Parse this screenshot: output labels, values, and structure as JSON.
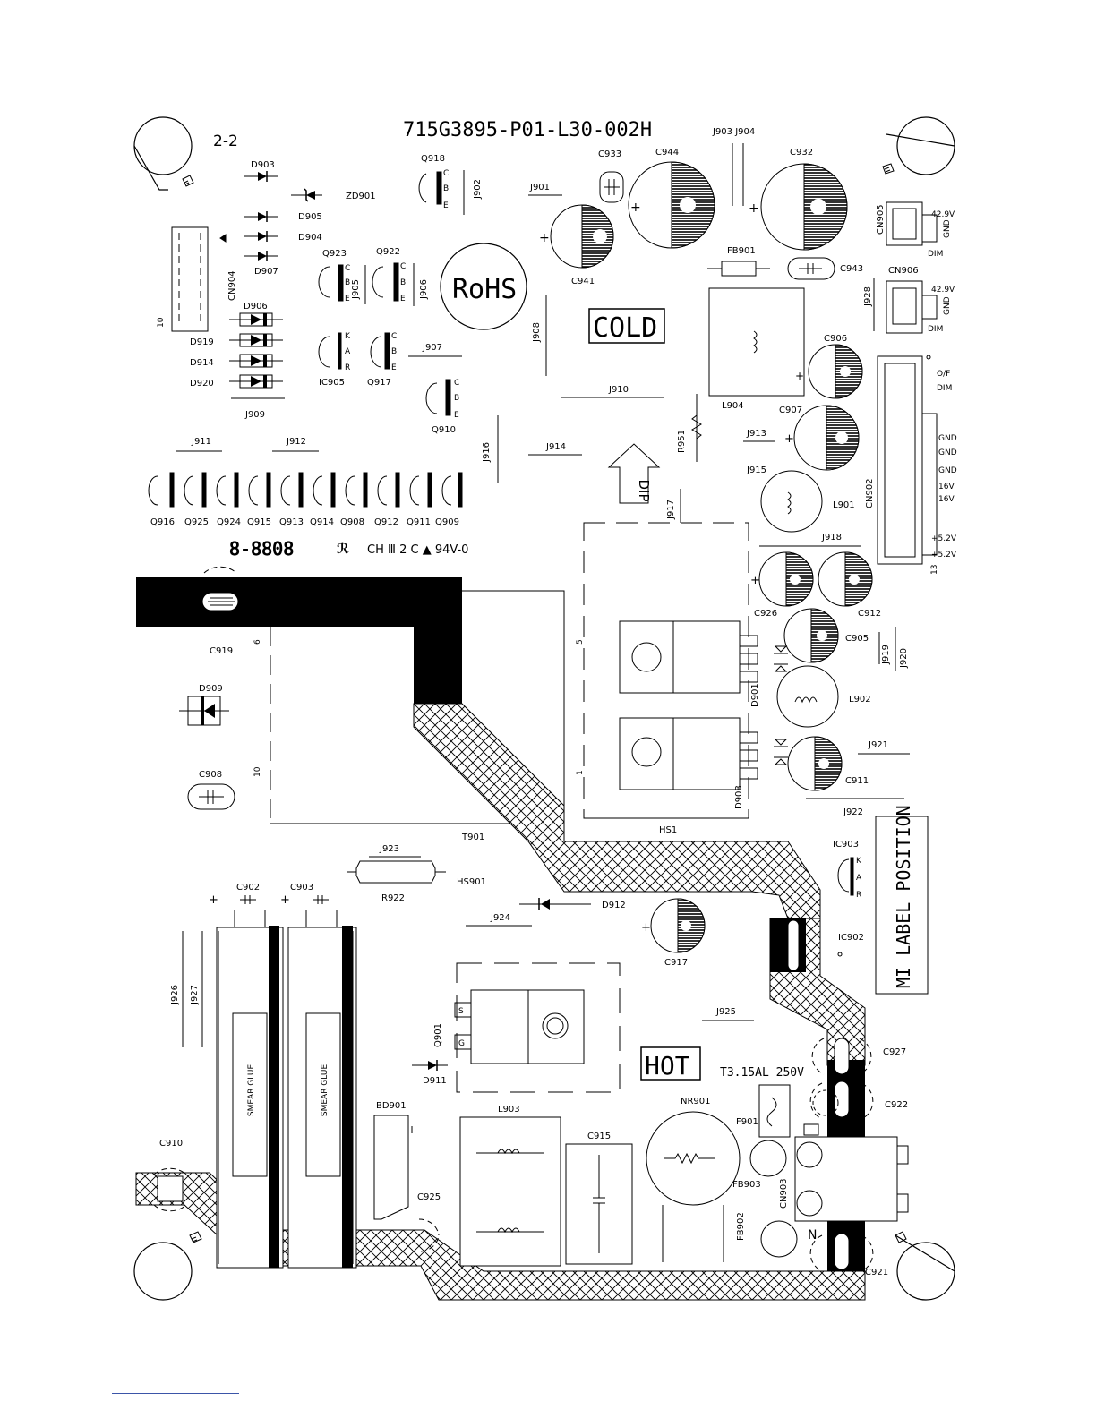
{
  "board": {
    "part_number": "715G3895-P01-L30-002H",
    "sheet": "2-2",
    "rohs_mark": "RoHS",
    "cold_mark": "COLD",
    "hot_mark": "HOT",
    "dip_mark": "DIP",
    "label_position": "MI LABEL POSITION",
    "ul_mark": "CH Ⅲ 2 C ▲ 94V-0",
    "date_code": "8-8808",
    "fuse_rating": "T3.15AL 250V",
    "smear_glue": "SMEAR GLUE"
  },
  "connectors": {
    "cn905": [
      "42.9V",
      "GND",
      "DIM"
    ],
    "cn906": [
      "42.9V",
      "GND",
      "DIM"
    ],
    "cn902": [
      "O/F",
      "DIM",
      "GND",
      "GND",
      "GND",
      "16V",
      "16V",
      "+5.2V",
      "+5.2V"
    ],
    "cn902_pin13": "13",
    "cn904_pin10": "10",
    "t901_pins": [
      "5",
      "1",
      "6",
      "10"
    ]
  },
  "pins": {
    "cbe": [
      "C",
      "B",
      "E"
    ],
    "kar": [
      "K",
      "A",
      "R"
    ],
    "s": "S",
    "g": "G"
  },
  "refs": {
    "D903": "D903",
    "ZD901": "ZD901",
    "D905": "D905",
    "D904": "D904",
    "D907": "D907",
    "CN904": "CN904",
    "D906": "D906",
    "D919": "D919",
    "D914": "D914",
    "D920": "D920",
    "J909": "J909",
    "Q918": "Q918",
    "J902": "J902",
    "Q923": "Q923",
    "Q922": "Q922",
    "J905": "J905",
    "J906": "J906",
    "IC905": "IC905",
    "Q917": "Q917",
    "J907": "J907",
    "Q910": "Q910",
    "J901": "J901",
    "C933": "C933",
    "C944": "C944",
    "J903J904": "J903 J904",
    "C932": "C932",
    "C941": "C941",
    "FB901": "FB901",
    "C943": "C943",
    "CN905": "CN905",
    "CN906": "CN906",
    "J928": "J928",
    "J908": "J908",
    "J910": "J910",
    "L904": "L904",
    "C906": "C906",
    "C907": "C907",
    "R951": "R951",
    "J913": "J913",
    "J915": "J915",
    "L901": "L901",
    "CN902": "CN902",
    "J916": "J916",
    "J914": "J914",
    "J917": "J917",
    "J918": "J918",
    "J911": "J911",
    "J912": "J912",
    "Q916": "Q916",
    "Q925": "Q925",
    "Q924": "Q924",
    "Q915": "Q915",
    "Q913": "Q913",
    "Q914": "Q914",
    "Q908": "Q908",
    "Q912": "Q912",
    "Q911": "Q911",
    "Q909": "Q909",
    "C926": "C926",
    "C912": "C912",
    "C905": "C905",
    "J919": "J919",
    "J920": "J920",
    "C919": "C919",
    "D909": "D909",
    "C908": "C908",
    "D901": "D901",
    "L902": "L902",
    "J921": "J921",
    "C911": "C911",
    "D908": "D908",
    "HS1": "HS1",
    "J922": "J922",
    "T901": "T901",
    "IC903": "IC903",
    "J923": "J923",
    "HS901": "HS901",
    "R922": "R922",
    "C902": "C902",
    "C903": "C903",
    "D912": "D912",
    "J924": "J924",
    "C917": "C917",
    "IC902": "IC902",
    "J926": "J926",
    "J927": "J927",
    "Q901": "Q901",
    "J925": "J925",
    "D911": "D911",
    "C927": "C927",
    "F901": "F901",
    "C922": "C922",
    "BD901": "BD901",
    "L903": "L903",
    "C915": "C915",
    "NR901": "NR901",
    "C910": "C910",
    "C925": "C925",
    "FB903": "FB903",
    "CN903": "CN903",
    "FB902": "FB902",
    "C921": "C921"
  }
}
